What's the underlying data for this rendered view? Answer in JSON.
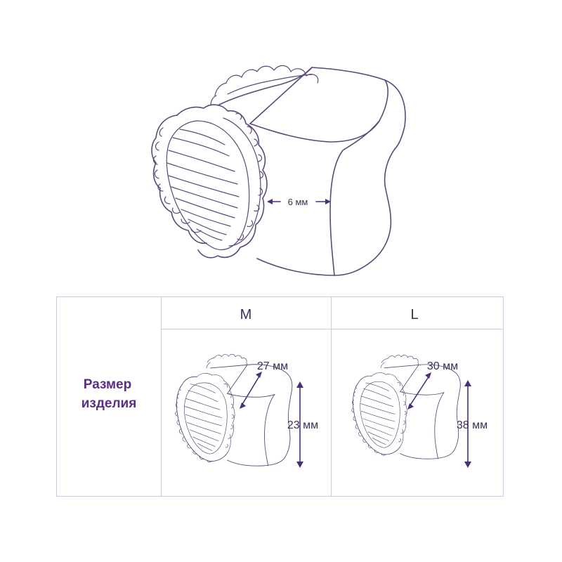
{
  "main_figure": {
    "thickness_label": "6 мм"
  },
  "size_table": {
    "row_label_line1": "Размер",
    "row_label_line2": "изделия",
    "columns": [
      {
        "size": "M",
        "width_label": "27 мм",
        "height_label": "23 мм"
      },
      {
        "size": "L",
        "width_label": "30 мм",
        "height_label": "38 мм"
      }
    ]
  },
  "colors": {
    "line": "#5a4a78",
    "accent": "#5a2d86",
    "grid": "#cfcadc"
  }
}
